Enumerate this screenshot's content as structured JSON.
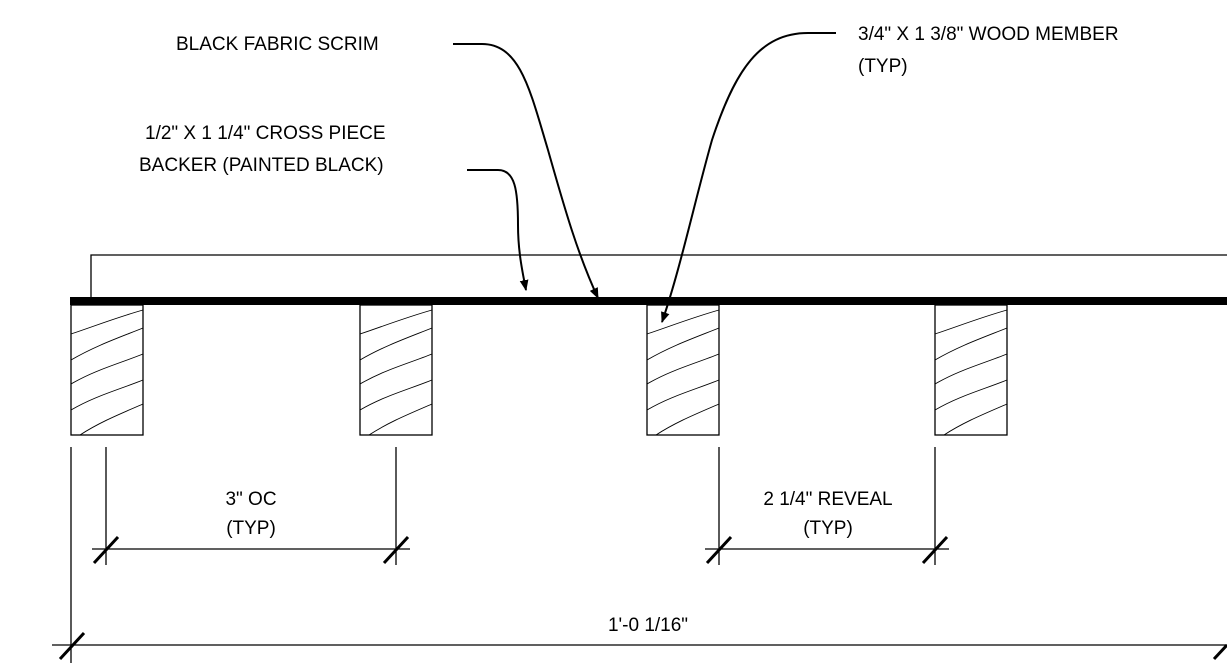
{
  "labels": {
    "scrim": "BLACK FABRIC SCRIM",
    "member_line1": "3/4\" X 1 3/8\" WOOD MEMBER",
    "member_line2": "(TYP)",
    "backer_line1": "1/2\" X 1 1/4\" CROSS PIECE",
    "backer_line2": "BACKER (PAINTED BLACK)"
  },
  "dimensions": {
    "spacing_line1": "3\" OC",
    "spacing_line2": "(TYP)",
    "reveal_line1": "2 1/4\" REVEAL",
    "reveal_line2": "(TYP)",
    "overall": "1'-0 1/16\""
  },
  "colors": {
    "ink": "#000000",
    "background": "#ffffff"
  }
}
